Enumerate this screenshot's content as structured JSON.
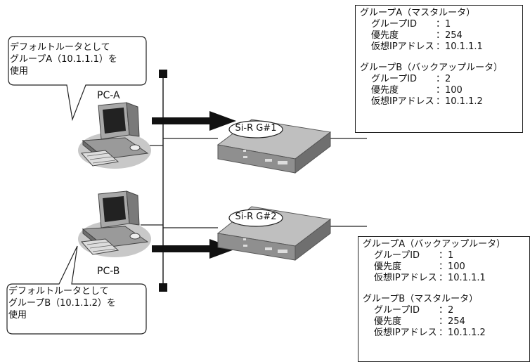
{
  "pcs": [
    {
      "label": "PC-A"
    },
    {
      "label": "PC-B"
    }
  ],
  "routers": [
    {
      "label": "Si-R G#1"
    },
    {
      "label": "Si-R G#2"
    }
  ],
  "callouts": [
    {
      "lines": [
        "デフォルトルータとして",
        "グループA（10.1.1.1）を",
        "使用"
      ]
    },
    {
      "lines": [
        "デフォルトルータとして",
        "グループB（10.1.1.2）を",
        "使用"
      ]
    }
  ],
  "router_boxes": [
    {
      "groups": [
        {
          "title": "グループA（マスタルータ）",
          "rows": [
            [
              "グループID",
              "：1"
            ],
            [
              "優先度",
              "：254"
            ],
            [
              "仮想IPアドレス",
              "：10.1.1.1"
            ]
          ]
        },
        {
          "title": "グループB（バックアップルータ）",
          "rows": [
            [
              "グループID",
              "：2"
            ],
            [
              "優先度",
              "：100"
            ],
            [
              "仮想IPアドレス",
              "：10.1.1.2"
            ]
          ]
        }
      ]
    },
    {
      "groups": [
        {
          "title": "グループA（バックアップルータ）",
          "rows": [
            [
              "グループID",
              "：1"
            ],
            [
              "優先度",
              "：100"
            ],
            [
              "仮想IPアドレス",
              "：10.1.1.1"
            ]
          ]
        },
        {
          "title": "グループB（マスタルータ）",
          "rows": [
            [
              "グループID",
              "：2"
            ],
            [
              "優先度",
              "：254"
            ],
            [
              "仮想IPアドレス",
              "：10.1.1.2"
            ]
          ]
        }
      ]
    }
  ]
}
